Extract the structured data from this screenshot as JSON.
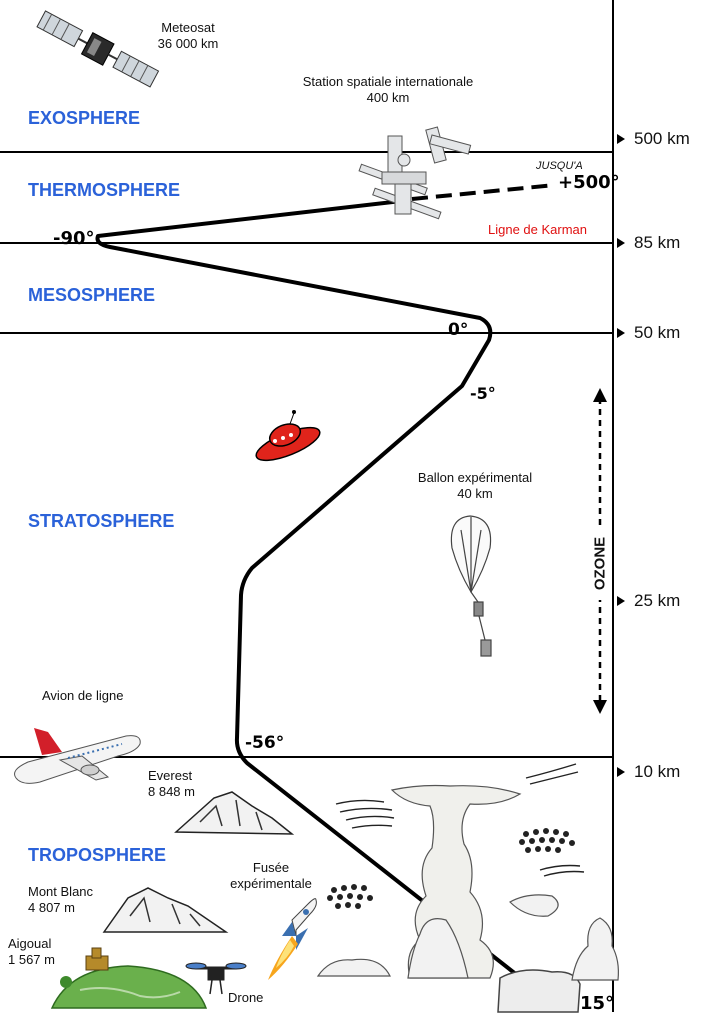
{
  "layers": {
    "exosphere": "EXOSPHERE",
    "thermosphere": "THERMOSPHERE",
    "mesosphere": "MESOSPHERE",
    "stratosphere": "STRATOSPHERE",
    "troposphere": "TROPOSPHERE"
  },
  "altitudes": [
    "500 km",
    "85 km",
    "50 km",
    "25 km",
    "10 km"
  ],
  "temperatures": {
    "thermo_prefix": "JUSQU'A",
    "thermo_value": "+500°",
    "meso_top": "-90°",
    "strato_top": "0°",
    "strato_mid": "-5°",
    "tropo_top": "-56°",
    "ground": "15°"
  },
  "karman": "Ligne de Karman",
  "ozone": "OZONE",
  "objects": {
    "meteosat_name": "Meteosat",
    "meteosat_alt": "36 000 km",
    "iss_name": "Station spatiale internationale",
    "iss_alt": "400 km",
    "balloon_name": "Ballon expérimental",
    "balloon_alt": "40 km",
    "plane": "Avion de ligne",
    "everest_name": "Everest",
    "everest_alt": "8 848 m",
    "montblanc_name": "Mont Blanc",
    "montblanc_alt": "4 807 m",
    "aigoual_name": "Aigoual",
    "aigoual_alt": "1 567 m",
    "rocket_line1": "Fusée",
    "rocket_line2": "expérimentale",
    "drone": "Drone"
  },
  "colors": {
    "layer_text": "#2b62d9",
    "karman_text": "#e01010",
    "ufo": "#e0241b"
  }
}
